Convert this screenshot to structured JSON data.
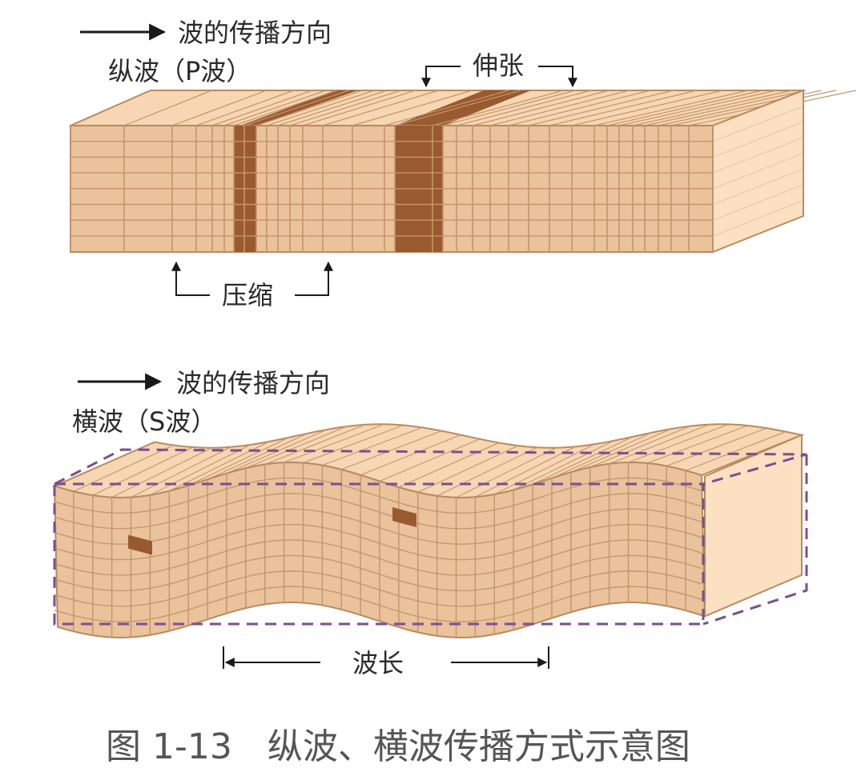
{
  "p_wave": {
    "direction_label": "波的传播方向",
    "name": "纵波（P波）",
    "rarefaction_label": "伸张",
    "compression_label": "压缩"
  },
  "s_wave": {
    "direction_label": "波的传播方向",
    "name": "横波（S波）",
    "wavelength_label": "波长"
  },
  "caption": "图 1-13　纵波、横波传播方式示意图",
  "colors": {
    "block_top": "#f6d6b3",
    "block_front": "#eac29b",
    "block_side": "#fbe0c2",
    "grid_line": "#c4956a",
    "dark_band": "#9a5a30",
    "outline": "#b98a60",
    "dashed_box": "#7b4f8e",
    "arrow": "#1a1a1a"
  }
}
